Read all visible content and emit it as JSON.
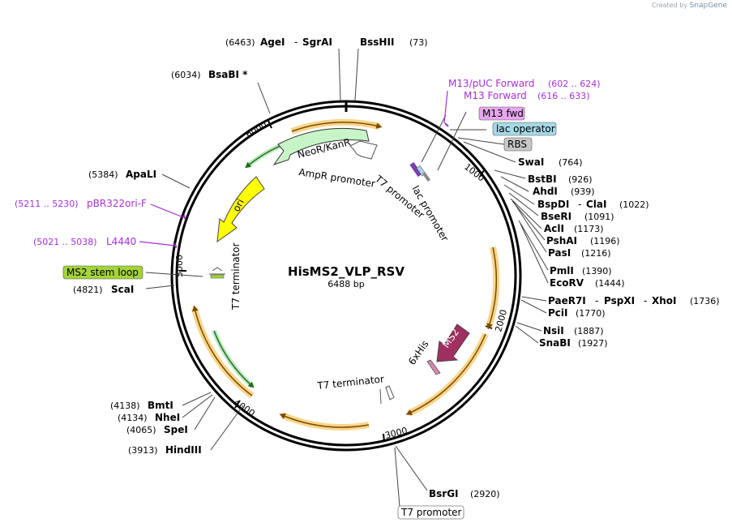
{
  "credit": {
    "prefix": "Created by",
    "brand": "SnapGene"
  },
  "plasmid": {
    "name": "HisMS2_VLP_RSV",
    "size": "6488 bp"
  },
  "ticks": [
    "1000",
    "2000",
    "3000",
    "4000",
    "5000",
    "6000"
  ],
  "enzymes": {
    "agei_pos": "(6463)",
    "agei": "AgeI",
    "dash1": "-",
    "sgrai": "SgrAI",
    "bsshii": "BssHII",
    "bsshii_pos": "(73)",
    "bsabi_pos": "(6034)",
    "bsabi": "BsaBI *",
    "apali_pos": "(5384)",
    "apali": "ApaLI",
    "scai_pos": "(4821)",
    "scai": "ScaI",
    "bmti_pos": "(4138)",
    "bmti": "BmtI",
    "nhei_pos": "(4134)",
    "nhei": "NheI",
    "spei_pos": "(4065)",
    "spei": "SpeI",
    "hindiii_pos": "(3913)",
    "hindiii": "HindIII",
    "bsrgi": "BsrGI",
    "bsrgi_pos": "(2920)",
    "swai": "SwaI",
    "swai_pos": "(764)",
    "bstbi": "BstBI",
    "bstbi_pos": "(926)",
    "ahdi": "AhdI",
    "ahdi_pos": "(939)",
    "bspdi": "BspDI",
    "dash2": "-",
    "clai": "ClaI",
    "clai_pos": "(1022)",
    "bseri": "BseRI",
    "bseri_pos": "(1091)",
    "acli": "AclI",
    "acli_pos": "(1173)",
    "pshai": "PshAI",
    "pshai_pos": "(1196)",
    "pasi": "PasI",
    "pasi_pos": "(1216)",
    "pmli": "PmlI",
    "pmli_pos": "(1390)",
    "ecorv": "EcoRV",
    "ecorv_pos": "(1444)",
    "paer7i": "PaeR7I",
    "dash3": "-",
    "pspxi": "PspXI",
    "dash4": "-",
    "xhoi": "XhoI",
    "xhoi_pos": "(1736)",
    "pcii": "PciI",
    "pcii_pos": "(1770)",
    "nsii": "NsiI",
    "nsii_pos": "(1887)",
    "snabi": "SnaBI",
    "snabi_pos": "(1927)"
  },
  "primers": {
    "m13puc": "M13/pUC Forward",
    "m13puc_pos": "(602 .. 624)",
    "m13fwd_primer": "M13 Forward",
    "m13fwd_pos": "(616 .. 633)",
    "pbr322": "pBR322ori-F",
    "pbr322_pos": "(5211 .. 5230)",
    "l4440": "L4440",
    "l4440_pos": "(5021 .. 5038)"
  },
  "boxed": {
    "m13fwd": "M13 fwd",
    "lacop": "lac operator",
    "rbs": "RBS",
    "ms2stem": "MS2 stem loop",
    "t7prom_bottom": "T7 promoter"
  },
  "features": {
    "neor": "NeoR/KanR",
    "ampr_prom": "AmpR promoter",
    "ori": "ori",
    "t7prom_in": "T7 promoter",
    "lacprom": "lac promoter",
    "t7term_left": "T7 terminator",
    "t7term_bottom": "T7 terminator",
    "ms2": "MS2",
    "his": "6xHis"
  },
  "colors": {
    "orange": "#f4b43c",
    "neor": "#c8f5c8",
    "ori": "#ffff00",
    "ms2": "#a03060",
    "m13box": "#e8a6ef",
    "lacbox": "#a6d8e6",
    "rbsbox": "#c8c8c8",
    "stembox": "#a3d43a",
    "purple": "#a530d6"
  }
}
